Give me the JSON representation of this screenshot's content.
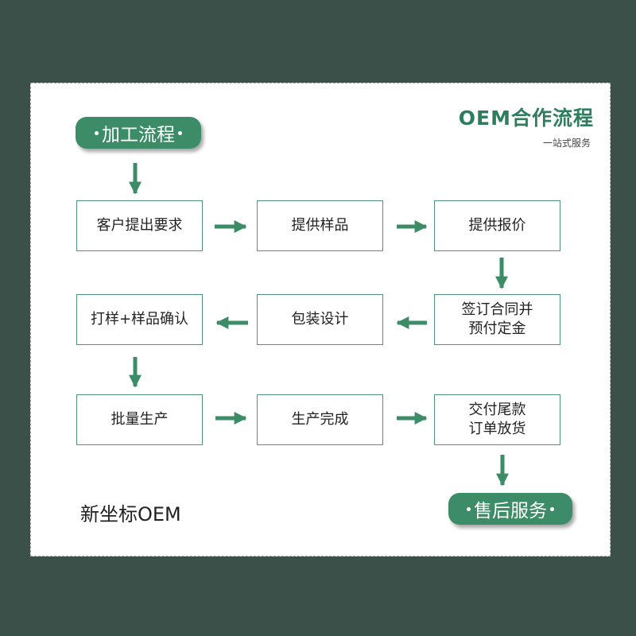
{
  "header": {
    "title": "OEM合作流程",
    "subtitle": "一站式服务"
  },
  "start_label": "加工流程",
  "end_label": "售后服务",
  "steps": {
    "s1": [
      "客户提出要求"
    ],
    "s2": [
      "提供样品"
    ],
    "s3": [
      "提供报价"
    ],
    "s4": [
      "签订合同并",
      "预付定金"
    ],
    "s5": [
      "包装设计"
    ],
    "s6": [
      "打样+样品确认"
    ],
    "s7": [
      "批量生产"
    ],
    "s8": [
      "生产完成"
    ],
    "s9": [
      "交付尾款",
      "订单放货"
    ]
  },
  "brand": "新坐标OEM",
  "colors": {
    "accent": "#3d8c68",
    "background": "#3a5048",
    "box_border": "#4e9478"
  }
}
